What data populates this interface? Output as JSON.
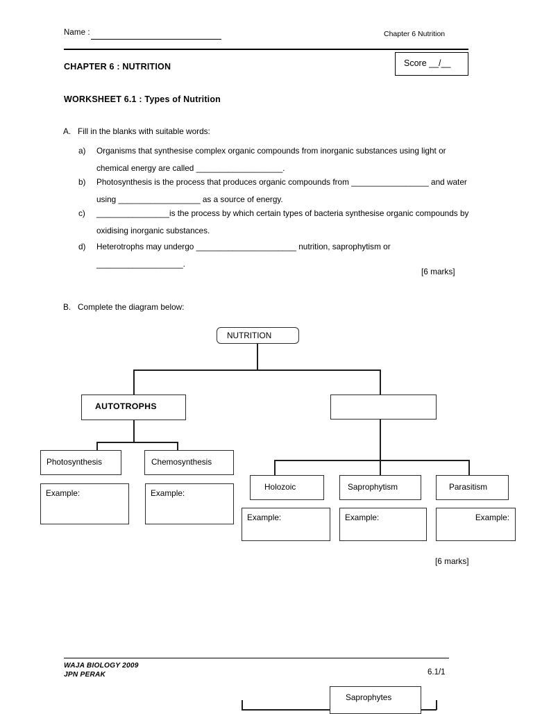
{
  "header": {
    "name_label": "Name :",
    "chapter_ref": "Chapter 6 Nutrition",
    "chapter_title": "CHAPTER 6 : NUTRITION",
    "worksheet_title": "WORKSHEET 6.1 : Types of  Nutrition",
    "score_label": "Score __/__"
  },
  "section_a": {
    "heading_label": "A.",
    "heading": "Fill in the blanks with suitable words:",
    "items": [
      {
        "label": "a)",
        "text": "Organisms that synthesise complex organic compounds from inorganic substances using light or chemical energy are called ___________________."
      },
      {
        "label": "b)",
        "text": "Photosynthesis is the process that produces organic compounds from _________________ and water using __________________ as a source of energy."
      },
      {
        "label": "c)",
        "text": "________________is the  process by which certain types of bacteria synthesise organic compounds by oxidising inorganic substances."
      },
      {
        "label": "d)",
        "text": "Heterotrophs may undergo ______________________ nutrition, saprophytism or ___________________."
      }
    ],
    "marks": "[6 marks]"
  },
  "section_b": {
    "heading_label": "B.",
    "heading": "Complete the diagram below:",
    "marks": "[6 marks]",
    "diagram": {
      "root": "NUTRITION",
      "branch_left": "AUTOTROPHS",
      "branch_right": "",
      "autotroph_children": [
        "Photosynthesis",
        "Chemosynthesis"
      ],
      "heterotroph_children": [
        "Holozoic",
        "Saprophytism",
        "Parasitism"
      ],
      "example_label": "Example:",
      "examples": {
        "photosynthesis": "Example:",
        "chemosynthesis": "Example:",
        "holozoic": "Example:",
        "saprophytism": "Example:",
        "parasitism": "Example:"
      }
    }
  },
  "next_page": {
    "box_label": "Saprophytes"
  },
  "footer": {
    "source_line1": "WAJA BIOLOGY 2009",
    "source_line2": "JPN PERAK",
    "page_number": "6.1/1"
  }
}
